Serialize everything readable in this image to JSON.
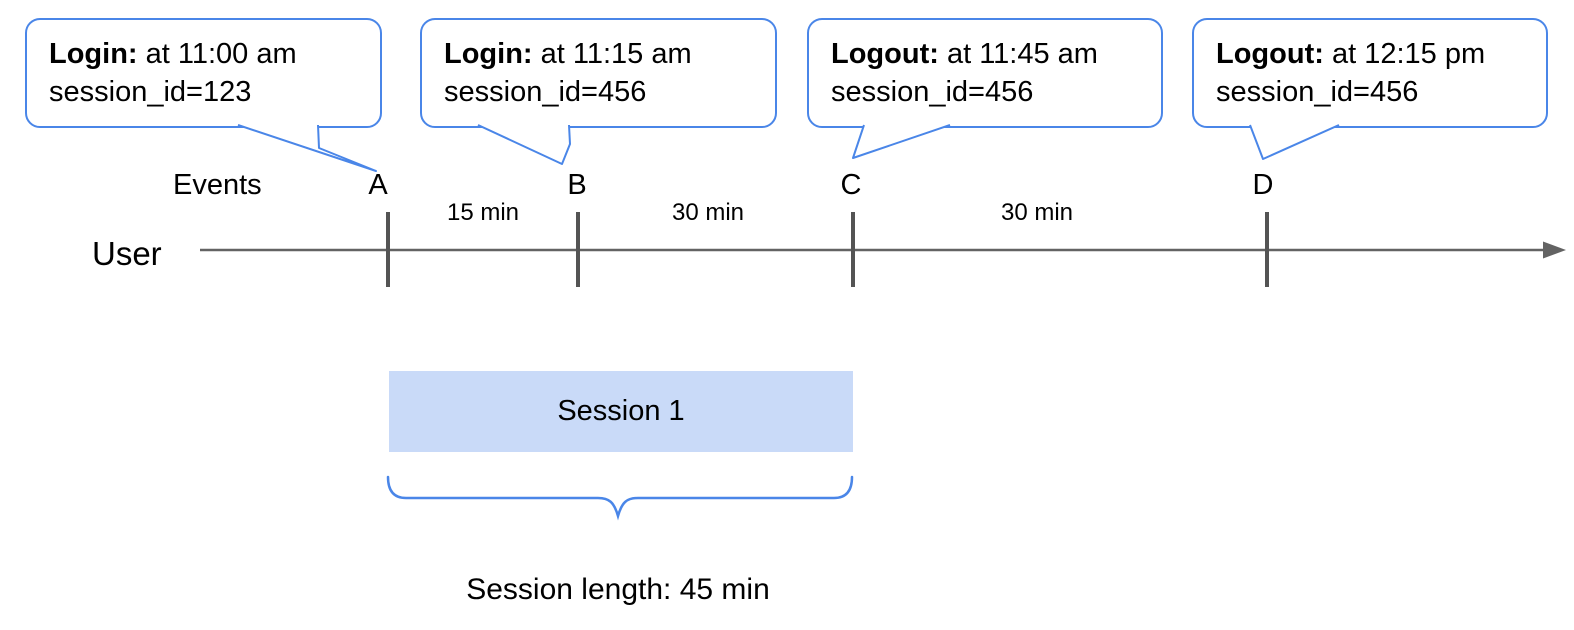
{
  "diagram": {
    "title_hint": "User event timeline with session window",
    "events_label": "Events",
    "user_label": "User",
    "callouts": [
      {
        "event": "Login:",
        "time": "at 11:00 am",
        "session": "session_id=123",
        "points_to": "A"
      },
      {
        "event": "Login:",
        "time": "at 11:15 am",
        "session": "session_id=456",
        "points_to": "B"
      },
      {
        "event": "Logout:",
        "time": "at 11:45 am",
        "session": "session_id=456",
        "points_to": "C"
      },
      {
        "event": "Logout:",
        "time": "at 12:15 pm",
        "session": "session_id=456",
        "points_to": "D"
      }
    ],
    "tick_labels": [
      "A",
      "B",
      "C",
      "D"
    ],
    "intervals": [
      "15 min",
      "30 min",
      "30 min"
    ],
    "session_box_label": "Session 1",
    "session_length_label": "Session length: 45 min",
    "colors": {
      "accent_blue": "#4a86e8",
      "session_fill": "#c9daf8",
      "timeline_gray": "#636363",
      "tick_gray": "#545454"
    }
  }
}
